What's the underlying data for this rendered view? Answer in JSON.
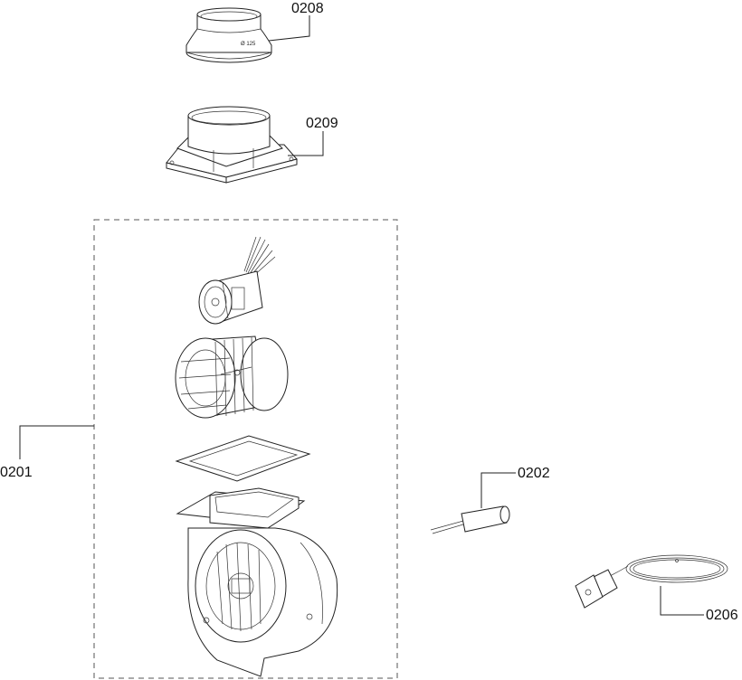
{
  "labels": {
    "p0208": "0208",
    "p0209": "0209",
    "p0201": "0201",
    "p0202": "0202",
    "p0206": "0206"
  },
  "part_0208_marking": "Ø 125"
}
